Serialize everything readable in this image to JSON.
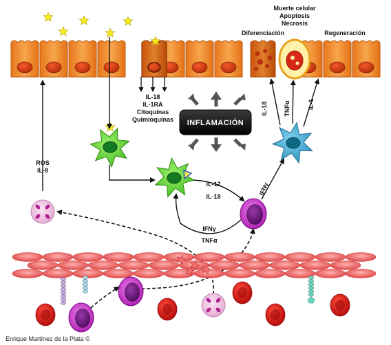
{
  "epithelium": {
    "fates": [
      "Muerte celular",
      "Apoptosis",
      "Necrosis"
    ],
    "differentiation": "Diferenciación",
    "regeneration": "Regeneración"
  },
  "mediators_released": [
    "IL-18",
    "IL-1RA",
    "Citoquinas",
    "Quimioquinas"
  ],
  "inflammation_label": "INFLAMACIÓN",
  "macrophage_outputs": [
    "IL-18",
    "TNFα",
    "IL-1"
  ],
  "ifn_to_macrophage": "IFNγ",
  "dc_to_lymphocyte": [
    "IL-12",
    "IL-18"
  ],
  "lymphocyte_to_dc": [
    "IFNγ",
    "TNFα"
  ],
  "ros_signals": [
    "ROS",
    "IL-8"
  ],
  "credit": "Enrique Martínez de la Plata ©"
}
